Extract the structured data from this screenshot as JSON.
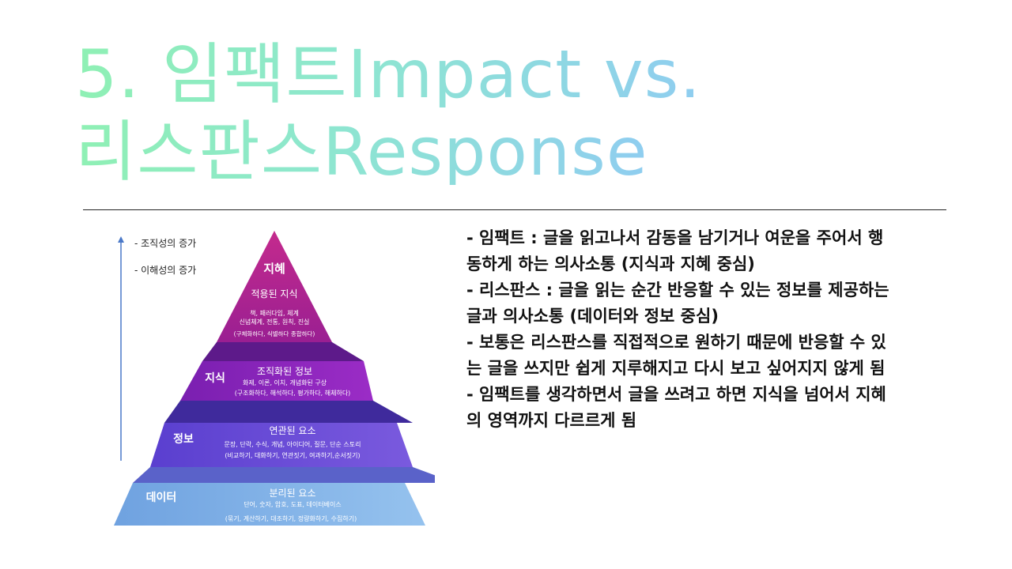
{
  "title": {
    "line1": "5. 임팩트Impact vs.",
    "line2": "리스판스Response"
  },
  "diagram": {
    "axis_labels": [
      "- 조직성의 증가",
      "- 이해성의 증가"
    ],
    "levels": [
      {
        "name": "지혜",
        "heading": "적용된 지식",
        "detail1": "책, 패러다임, 체계",
        "detail2": "신념체계, 전통, 원칙, 진실",
        "detail3": "(구체화하다, 식별하다 종합하다)",
        "color": "#b0228f"
      },
      {
        "name": "지식",
        "heading": "조직화된 정보",
        "detail1": "화제, 이론, 이치, 개념화된 구상",
        "detail2": "(구조화하다, 해석하다, 평가하다, 해체하다)",
        "color": "#8a25c0"
      },
      {
        "name": "정보",
        "heading": "연관된 요소",
        "detail1": "문장, 단락, 수식, 개념, 아이디어, 질문, 단순 스토리",
        "detail2": "(비교하기, 대화하기, 연관짓기, 여과하기,순서짓기)",
        "color": "#6a4fd6"
      },
      {
        "name": "데이터",
        "heading": "분리된 요소",
        "detail1": "단어, 숫자, 암호, 도표, 데이터베이스",
        "detail2": "(묶기, 계산하기, 대조하기, 정량화하기, 수집하기)",
        "color": "#80b2e6"
      }
    ]
  },
  "body_lines": [
    "- 임팩트 : 글을 읽고나서 감동을 남기거나 여운을 주어서 행",
    "동하게 하는 의사소통 (지식과 지혜 중심)",
    "- 리스판스 : 글을 읽는 순간 반응할 수 있는 정보를 제공하는",
    "글과 의사소통 (데이터와 정보 중심)",
    "- 보통은 리스판스를 직접적으로 원하기 때문에 반응할 수 있",
    "는 글을 쓰지만 쉽게 지루해지고 다시 보고 싶어지지 않게 됨",
    "- 임팩트를 생각하면서 글을 쓰려고 하면 지식을 넘어서 지혜",
    "의 영역까지 다르르게 됨"
  ]
}
